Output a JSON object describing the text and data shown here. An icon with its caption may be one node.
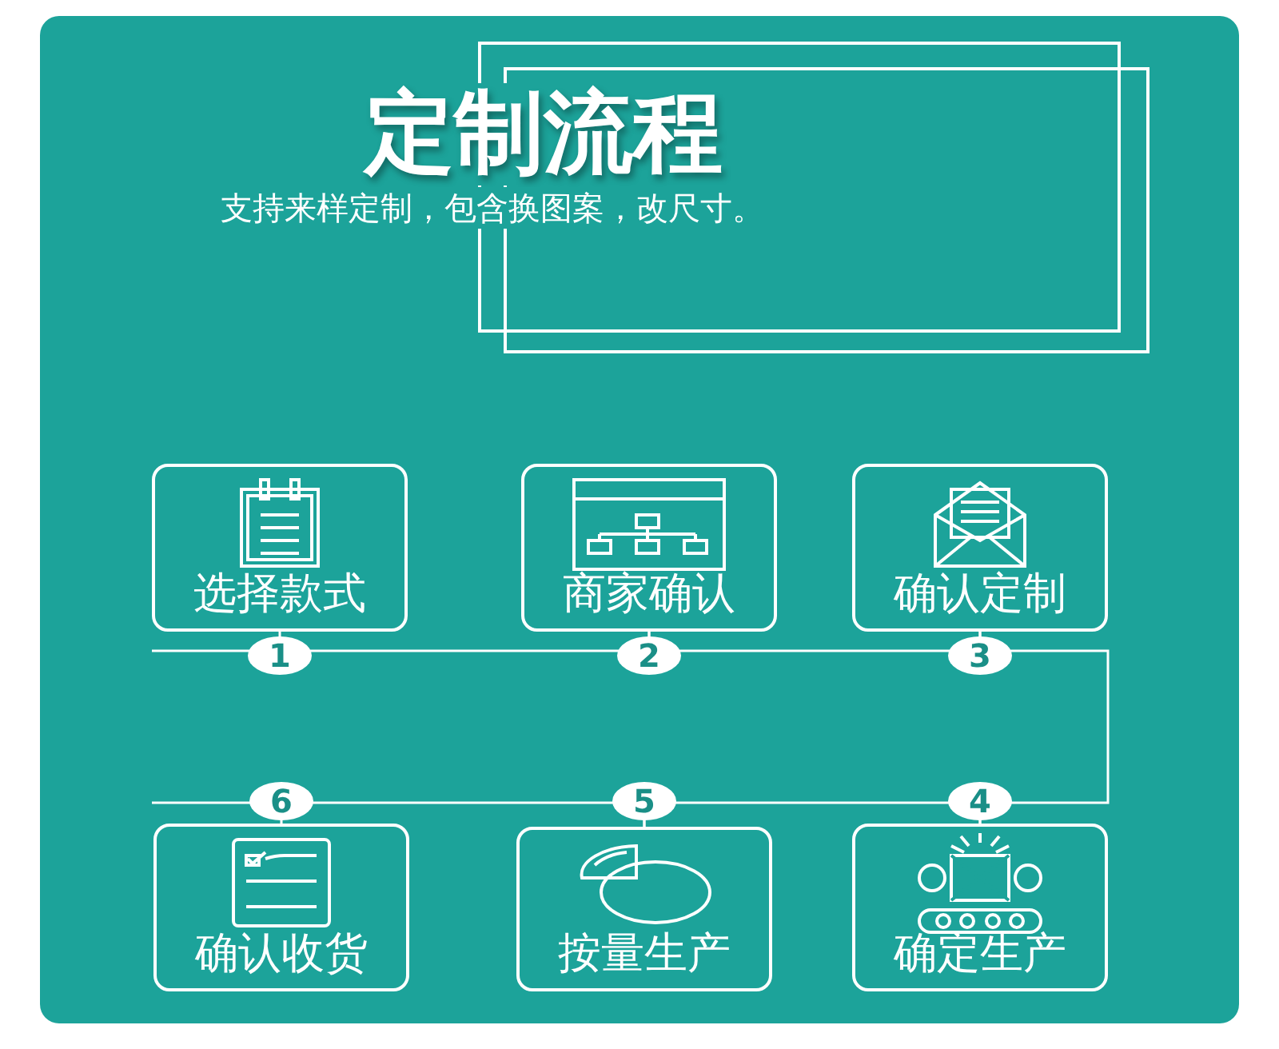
{
  "diagram": {
    "title": "定制流程",
    "nodes": [
      {
        "text": [
          "选择款式"
        ],
        "beside": [
          "1"
        ]
      },
      {
        "text": [
          "商家确认"
        ],
        "beside": [
          "2"
        ]
      },
      {
        "text": [
          "确认定制"
        ],
        "beside": [
          "3"
        ]
      },
      {
        "text": [
          "确认收货"
        ],
        "beside": [
          "6"
        ]
      },
      {
        "text": [
          "按量生产"
        ],
        "beside": [
          "5"
        ]
      },
      {
        "text": [
          "确定生产"
        ],
        "beside": [
          "4"
        ]
      }
    ],
    "edges": [
      {
        "from": 0,
        "to": 1,
        "arrow": "none"
      },
      {
        "from": 1,
        "to": 2,
        "arrow": "none"
      },
      {
        "from": 2,
        "to": 5,
        "arrow": "none"
      },
      {
        "from": 5,
        "to": 4,
        "arrow": "none"
      },
      {
        "from": 4,
        "to": 3,
        "arrow": "none"
      }
    ],
    "labels": [
      "支持来样定制，包含换图案，改尺寸。"
    ]
  }
}
